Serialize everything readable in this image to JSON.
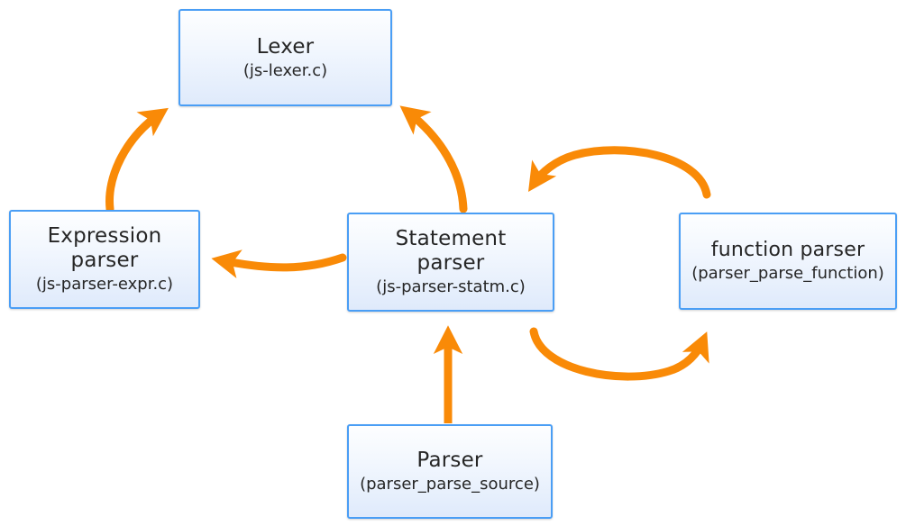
{
  "diagram": {
    "title_text": "",
    "colors": {
      "arrow": "#f98a07",
      "node_border": "#4a9ef5",
      "node_fill_top": "#fdfeff",
      "node_fill_bottom": "#dfeafb",
      "text": "#262626",
      "background": "#ffffff"
    },
    "nodes": [
      {
        "id": "lexer",
        "title": "Lexer",
        "sub": "(js-lexer.c)"
      },
      {
        "id": "expression-parser",
        "title": "Expression\nparser",
        "title_line1": "Expression",
        "title_line2": "parser",
        "sub": "(js-parser-expr.c)"
      },
      {
        "id": "statement-parser",
        "title": "Statement\nparser",
        "title_line1": "Statement",
        "title_line2": "parser",
        "sub": "(js-parser-statm.c)"
      },
      {
        "id": "function-parser",
        "title": "function parser",
        "sub": "(parser_parse_function)"
      },
      {
        "id": "parser",
        "title": "Parser",
        "sub": "(parser_parse_source)"
      }
    ],
    "edges": [
      {
        "id": "expression-parser-to-lexer",
        "from": "expression-parser",
        "to": "lexer",
        "style": "curved"
      },
      {
        "id": "statement-parser-to-lexer",
        "from": "statement-parser",
        "to": "lexer",
        "style": "curved"
      },
      {
        "id": "statement-parser-to-expression-parser",
        "from": "statement-parser",
        "to": "expression-parser",
        "style": "curved"
      },
      {
        "id": "function-parser-to-statement-parser",
        "from": "function-parser",
        "to": "statement-parser",
        "style": "arc"
      },
      {
        "id": "statement-parser-to-function-parser",
        "from": "statement-parser",
        "to": "function-parser",
        "style": "arc"
      },
      {
        "id": "parser-to-statement-parser",
        "from": "parser",
        "to": "statement-parser",
        "style": "straight"
      }
    ]
  }
}
